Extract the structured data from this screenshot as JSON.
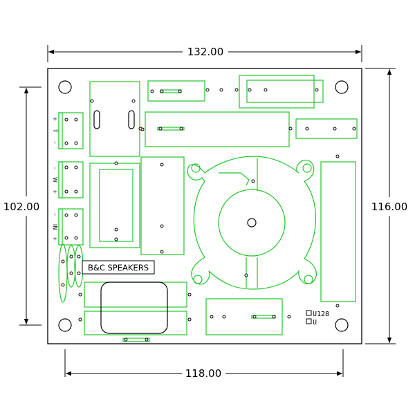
{
  "dimensions": {
    "top": "132.00",
    "bottom": "118.00",
    "left": "102.00",
    "right": "116.00"
  },
  "brand": "B&C SPEAKERS",
  "ref_labels": {
    "u128": "U128",
    "u": "U"
  },
  "connectors": {
    "t": {
      "plus": "+",
      "name": "T",
      "minus": "–"
    },
    "w": {
      "minus": "–",
      "name": "W",
      "plus": "+"
    },
    "in": {
      "minus": "–",
      "name": "IN",
      "plus": "+"
    }
  },
  "colors": {
    "trace": "#22c42a",
    "outline": "#000000"
  }
}
